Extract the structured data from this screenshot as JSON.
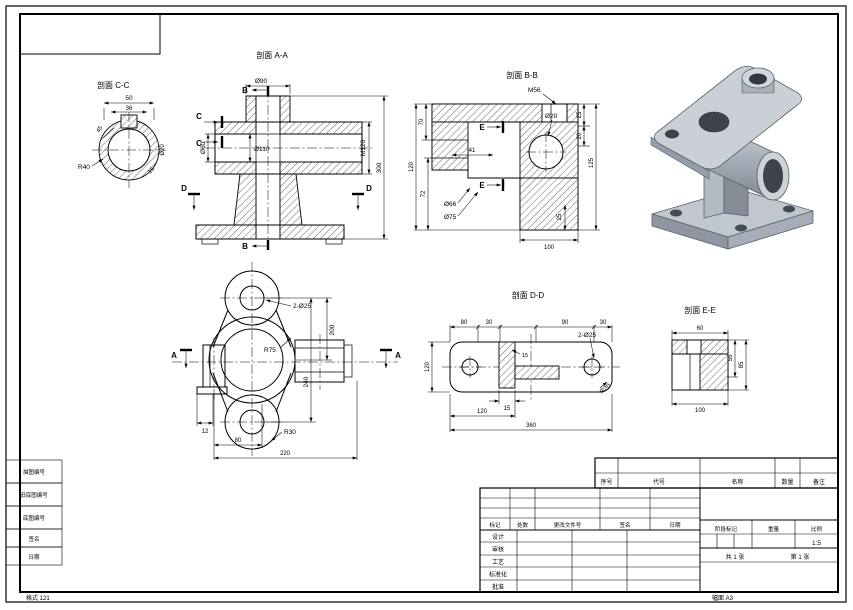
{
  "sheet": {
    "format_note": "格式 121",
    "size_note": "幅面 A3"
  },
  "margin_rows": [
    "描图编号",
    "旧底图编号",
    "底图编号",
    "签名",
    "日期"
  ],
  "views": {
    "aa": {
      "title": "剖面 A-A"
    },
    "bb": {
      "title": "剖面 B-B"
    },
    "cc": {
      "title": "剖面 C-C"
    },
    "dd": {
      "title": "剖面 D-D"
    },
    "ee": {
      "title": "剖面 E-E"
    }
  },
  "letters": {
    "a": "A",
    "b": "B",
    "c": "C",
    "d": "D",
    "e": "E"
  },
  "dims": {
    "cc": {
      "d1": "50",
      "d2": "36",
      "d3": "45",
      "d4": "R40",
      "d5": "Ø20",
      "d6": "15"
    },
    "aa": {
      "d1": "Ø90",
      "d2": "Ø60",
      "d3": "Ø110",
      "d4": "M120",
      "d5": "300"
    },
    "bb": {
      "d1": "M56",
      "d2": "Ø20",
      "d3": "70",
      "d4": "120",
      "d5": "72",
      "d6": "41",
      "d7": "Ø66",
      "d8": "Ø75",
      "d9": "25",
      "d10": "20",
      "d11": "125",
      "d12": "25",
      "d13": "100"
    },
    "front": {
      "d1": "2-Ø25",
      "d2": "200",
      "d3": "R75",
      "d4": "240",
      "d5": "12",
      "d6": "80",
      "d7": "220",
      "d8": "R30"
    },
    "dd": {
      "d1": "80",
      "d2": "30",
      "d3": "90",
      "d4": "30",
      "d5": "120",
      "d6": "15",
      "d7": "2-Ø25",
      "d8": "R20",
      "d9": "15",
      "d10": "120",
      "d11": "360"
    },
    "ee": {
      "d1": "60",
      "d2": "55",
      "d3": "85",
      "d4": "100"
    }
  },
  "parts_table": {
    "headers": [
      "序号",
      "代号",
      "名称",
      "数量",
      "备注"
    ]
  },
  "title_block": {
    "rev_headers": [
      "标记",
      "处数",
      "更改文件号",
      "签名",
      "日期"
    ],
    "roles": [
      "设计",
      "审核",
      "工艺",
      "标准化",
      "批准"
    ],
    "stage_label": "阶段标记",
    "weight_label": "重量",
    "scale_label": "比例",
    "scale_value": "1:5",
    "total_sheets": "共 1 张",
    "sheet_number": "第 1 张"
  }
}
